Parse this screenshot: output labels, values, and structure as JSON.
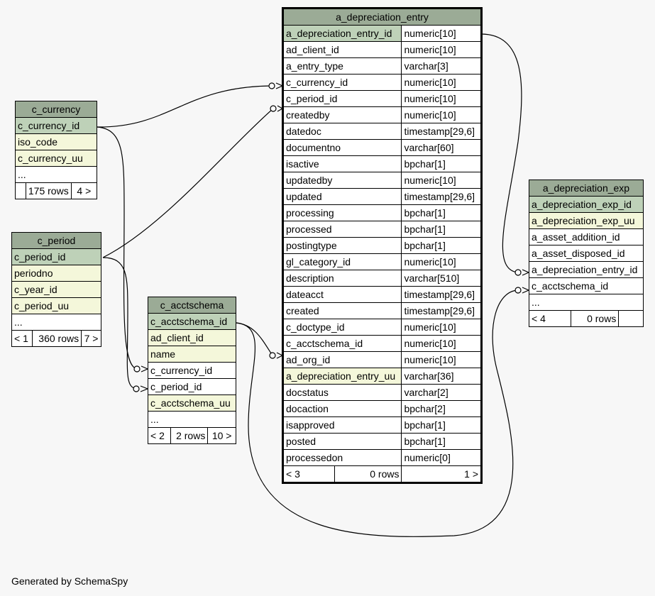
{
  "footer": "Generated by SchemaSpy",
  "tables": {
    "c_currency": {
      "name": "c_currency",
      "columns": [
        {
          "name": "c_currency_id",
          "style": "pk"
        },
        {
          "name": "iso_code",
          "style": "idx"
        },
        {
          "name": "c_currency_uu",
          "style": "idx"
        },
        {
          "name": "...",
          "style": "plain"
        }
      ],
      "footer": [
        "",
        "175 rows",
        "4 >"
      ]
    },
    "c_period": {
      "name": "c_period",
      "columns": [
        {
          "name": "c_period_id",
          "style": "pk"
        },
        {
          "name": "periodno",
          "style": "idx"
        },
        {
          "name": "c_year_id",
          "style": "idx"
        },
        {
          "name": "c_period_uu",
          "style": "idx"
        },
        {
          "name": "...",
          "style": "plain"
        }
      ],
      "footer": [
        "< 1",
        "360 rows",
        "7 >"
      ]
    },
    "c_acctschema": {
      "name": "c_acctschema",
      "columns": [
        {
          "name": "c_acctschema_id",
          "style": "pk"
        },
        {
          "name": "ad_client_id",
          "style": "idx"
        },
        {
          "name": "name",
          "style": "idx"
        },
        {
          "name": "c_currency_id",
          "style": "plain"
        },
        {
          "name": "c_period_id",
          "style": "plain"
        },
        {
          "name": "c_acctschema_uu",
          "style": "idx"
        },
        {
          "name": "...",
          "style": "plain"
        }
      ],
      "footer": [
        "< 2",
        "2 rows",
        "10 >"
      ]
    },
    "a_depreciation_entry": {
      "name": "a_depreciation_entry",
      "columns": [
        {
          "name": "a_depreciation_entry_id",
          "type": "numeric[10]",
          "style": "pk"
        },
        {
          "name": "ad_client_id",
          "type": "numeric[10]",
          "style": "plain"
        },
        {
          "name": "a_entry_type",
          "type": "varchar[3]",
          "style": "plain"
        },
        {
          "name": "c_currency_id",
          "type": "numeric[10]",
          "style": "plain"
        },
        {
          "name": "c_period_id",
          "type": "numeric[10]",
          "style": "plain"
        },
        {
          "name": "createdby",
          "type": "numeric[10]",
          "style": "plain"
        },
        {
          "name": "datedoc",
          "type": "timestamp[29,6]",
          "style": "plain"
        },
        {
          "name": "documentno",
          "type": "varchar[60]",
          "style": "plain"
        },
        {
          "name": "isactive",
          "type": "bpchar[1]",
          "style": "plain"
        },
        {
          "name": "updatedby",
          "type": "numeric[10]",
          "style": "plain"
        },
        {
          "name": "updated",
          "type": "timestamp[29,6]",
          "style": "plain"
        },
        {
          "name": "processing",
          "type": "bpchar[1]",
          "style": "plain"
        },
        {
          "name": "processed",
          "type": "bpchar[1]",
          "style": "plain"
        },
        {
          "name": "postingtype",
          "type": "bpchar[1]",
          "style": "plain"
        },
        {
          "name": "gl_category_id",
          "type": "numeric[10]",
          "style": "plain"
        },
        {
          "name": "description",
          "type": "varchar[510]",
          "style": "plain"
        },
        {
          "name": "dateacct",
          "type": "timestamp[29,6]",
          "style": "plain"
        },
        {
          "name": "created",
          "type": "timestamp[29,6]",
          "style": "plain"
        },
        {
          "name": "c_doctype_id",
          "type": "numeric[10]",
          "style": "plain"
        },
        {
          "name": "c_acctschema_id",
          "type": "numeric[10]",
          "style": "plain"
        },
        {
          "name": "ad_org_id",
          "type": "numeric[10]",
          "style": "plain"
        },
        {
          "name": "a_depreciation_entry_uu",
          "type": "varchar[36]",
          "style": "idx"
        },
        {
          "name": "docstatus",
          "type": "varchar[2]",
          "style": "plain"
        },
        {
          "name": "docaction",
          "type": "bpchar[2]",
          "style": "plain"
        },
        {
          "name": "isapproved",
          "type": "bpchar[1]",
          "style": "plain"
        },
        {
          "name": "posted",
          "type": "bpchar[1]",
          "style": "plain"
        },
        {
          "name": "processedon",
          "type": "numeric[0]",
          "style": "plain"
        }
      ],
      "footer": [
        "< 3",
        "0 rows",
        "1 >"
      ]
    },
    "a_depreciation_exp": {
      "name": "a_depreciation_exp",
      "columns": [
        {
          "name": "a_depreciation_exp_id",
          "style": "pk"
        },
        {
          "name": "a_depreciation_exp_uu",
          "style": "idx"
        },
        {
          "name": "a_asset_addition_id",
          "style": "plain"
        },
        {
          "name": "a_asset_disposed_id",
          "style": "plain"
        },
        {
          "name": "a_depreciation_entry_id",
          "style": "plain"
        },
        {
          "name": "c_acctschema_id",
          "style": "plain"
        },
        {
          "name": "...",
          "style": "plain"
        }
      ],
      "footer": [
        "< 4",
        "0 rows",
        ""
      ]
    }
  },
  "colors": {
    "header": "#9bab96",
    "primary_key": "#bed1b8",
    "indexed": "#f4f7da",
    "background": "#f7f7f7"
  }
}
